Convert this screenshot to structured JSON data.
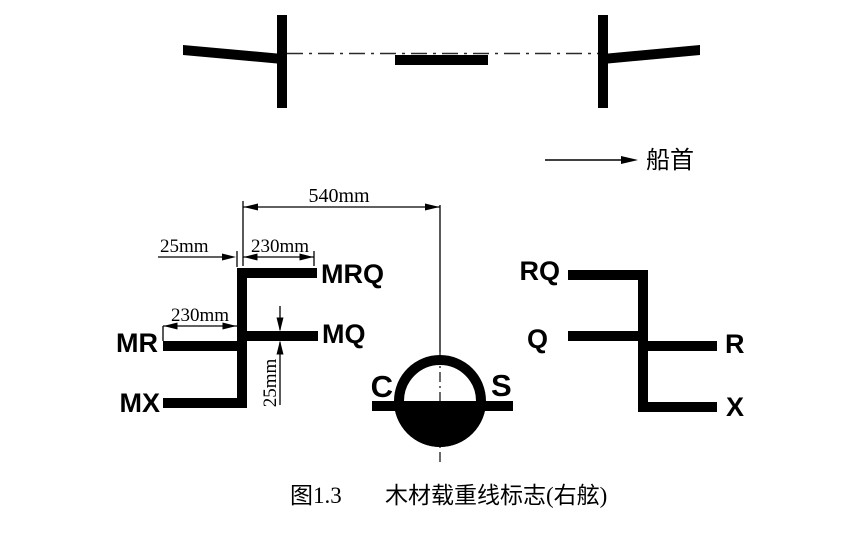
{
  "colors": {
    "ink": "#000000",
    "paper": "#ffffff",
    "centerline": "#2a2a2a"
  },
  "ship_profile": {
    "bow_label": "船首"
  },
  "dimensions": {
    "width_540": "540mm",
    "stroke_25": "25mm",
    "length_230_top": "230mm",
    "length_230_mid": "230mm",
    "thickness_25": "25mm"
  },
  "timber_marks": {
    "left_group": {
      "mrq": "MRQ",
      "mq": "MQ",
      "mr": "MR",
      "mx": "MX"
    },
    "right_group": {
      "rq": "RQ",
      "q": "Q",
      "r": "R",
      "x": "X"
    }
  },
  "load_line_disc": {
    "letter_left": "C",
    "letter_right": "S"
  },
  "caption": {
    "number": "图1.3",
    "title": "木材载重线标志(右舷)"
  }
}
